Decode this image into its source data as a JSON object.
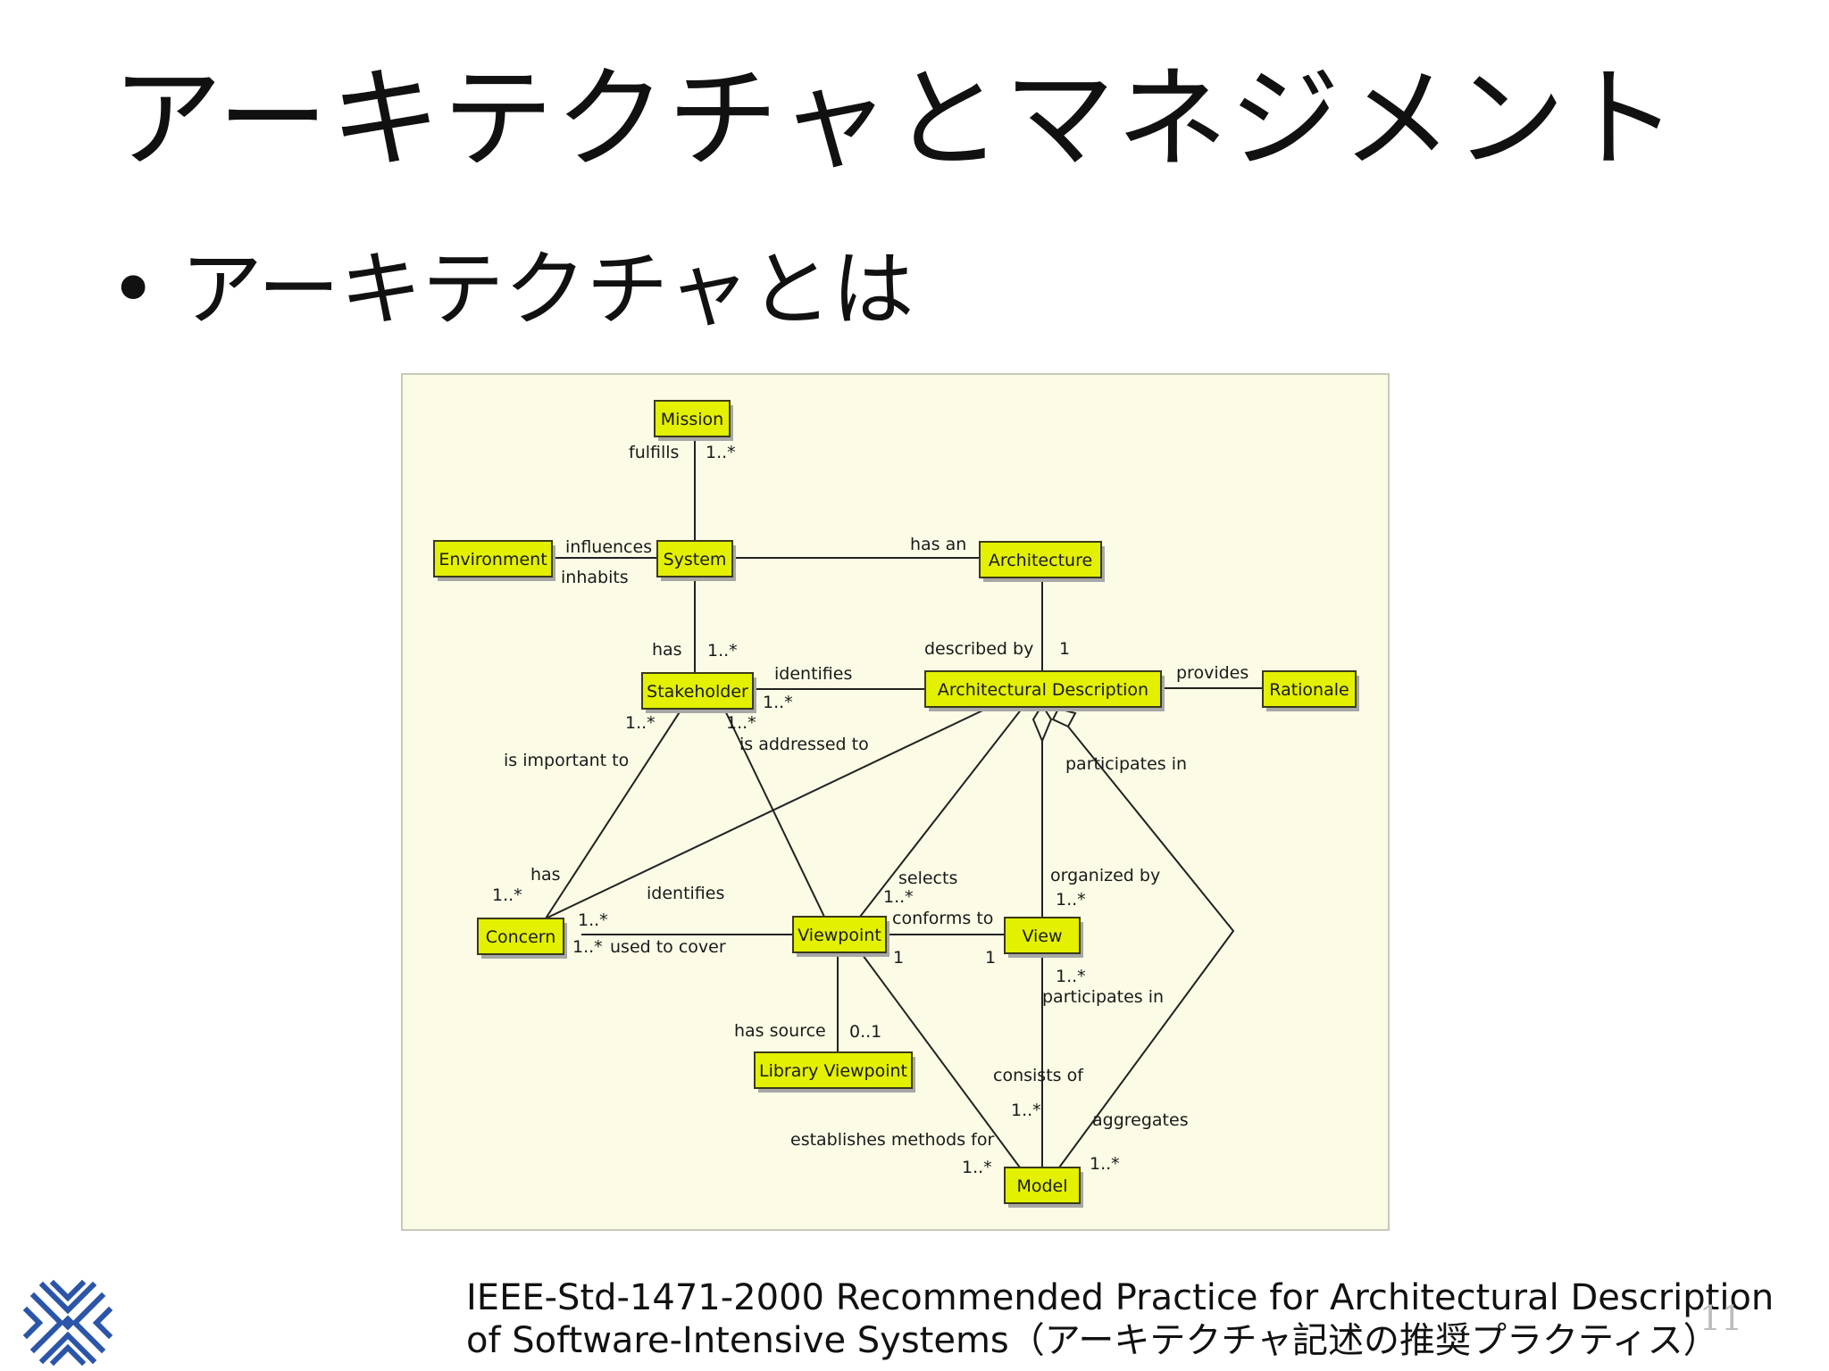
{
  "slide": {
    "title": "アーキテクチャとマネジメント",
    "bullet": "アーキテクチャとは",
    "bullet_marker": "•",
    "caption_line1": "IEEE-Std-1471-2000 Recommended Practice for Architectural Description",
    "caption_line2": "of Software-Intensive Systems（アーキテクチャ記述の推奨プラクティス）",
    "page_number": "11"
  },
  "diagram": {
    "colors": {
      "node_fill": "#e3f000",
      "background": "#fbfbe6",
      "line": "#222222"
    },
    "nodes": {
      "mission": "Mission",
      "environment": "Environment",
      "system": "System",
      "architecture": "Architecture",
      "stakeholder": "Stakeholder",
      "architectural_description": "Architectural Description",
      "rationale": "Rationale",
      "concern": "Concern",
      "viewpoint": "Viewpoint",
      "view": "View",
      "library_viewpoint": "Library Viewpoint",
      "model": "Model"
    },
    "labels": {
      "fulfills": "fulfills",
      "fulfills_mult": "1..*",
      "influences": "influences",
      "inhabits": "inhabits",
      "has_an": "has an",
      "has": "has",
      "has_mult": "1..*",
      "described_by": "described by",
      "described_by_mult": "1",
      "identifies_top": "identifies",
      "identifies_top_mult": "1..*",
      "provides": "provides",
      "is_important_to_mult": "1..*",
      "is_addressed_to_mult": "1..*",
      "is_important_to": "is important to",
      "is_addressed_to": "is addressed to",
      "participates_in_top": "participates in",
      "concern_has": "has",
      "concern_has_mult": "1..*",
      "identifies_bottom": "identifies",
      "selects": "selects",
      "selects_mult": "1..*",
      "organized_by": "organized by",
      "organized_by_mult": "1..*",
      "concern_used_mult": "1..*",
      "concern_cover_mult": "1..*",
      "used_to_cover": "used to cover",
      "conforms_to": "conforms to",
      "conforms_vp_mult": "1",
      "conforms_view_mult": "1",
      "view_participates_mult": "1..*",
      "participates_in_bottom": "participates in",
      "has_source": "has source",
      "has_source_mult": "0..1",
      "consists_of": "consists of",
      "consists_of_mult": "1..*",
      "aggregates": "aggregates",
      "establishes_methods_for": "establishes methods for",
      "establishes_mult": "1..*",
      "aggregates_mult": "1..*"
    }
  },
  "logo": {
    "name": "company-logo",
    "color": "#2a55a8"
  }
}
